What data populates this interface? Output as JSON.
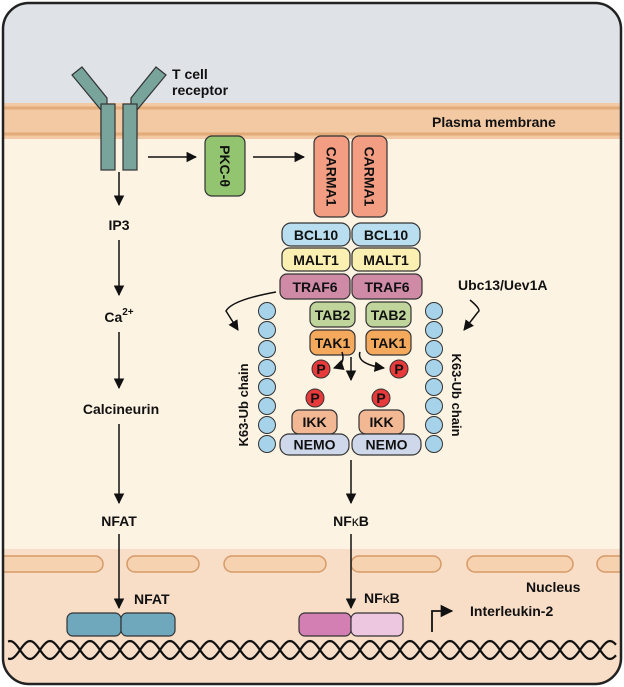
{
  "receptor_label_line1": "T cell",
  "receptor_label_line2": "receptor",
  "membrane_label": "Plasma membrane",
  "pkc_label": "PKC-θ",
  "carma1": [
    "CARMA1",
    "CARMA1"
  ],
  "bcl10": [
    "BCL10",
    "BCL10"
  ],
  "malt1": [
    "MALT1",
    "MALT1"
  ],
  "traf6": [
    "TRAF6",
    "TRAF6"
  ],
  "tab2": [
    "TAB2",
    "TAB2"
  ],
  "tak1": [
    "TAK1",
    "TAK1"
  ],
  "ikk": [
    "IKK",
    "IKK"
  ],
  "nemo": [
    "NEMO",
    "NEMO"
  ],
  "phospho_label": "P",
  "ubc_label": "Ubc13/Uev1A",
  "k63_label": "K63-Ub chain",
  "ip3_label": "IP3",
  "ca_label": "Ca",
  "ca_superscript": "2+",
  "calcineurin_label": "Calcineurin",
  "nfat_cyto_label": "NFAT",
  "nfkb_cyto_prefix": "NF",
  "nfkb_cyto_greek": "κ",
  "nfkb_cyto_suffix": "B",
  "nucleus_label": "Nucleus",
  "nfat_nuc_label": "NFAT",
  "nfkb_nuc_prefix": "NF",
  "nfkb_nuc_greek": "κ",
  "nfkb_nuc_suffix": "B",
  "gene_label": "Interleukin-2",
  "colors": {
    "extracellular": "#dfe3e8",
    "membrane": "#f3c9a4",
    "cytoplasm": "#fdf3e3",
    "nucleus": "#f8ddc7",
    "receptor": "#78a49b",
    "pkc": "#93c46f",
    "carma1": "#f39d83",
    "bcl10": "#b9def0",
    "malt1": "#fbefb2",
    "traf6": "#cf8aa6",
    "tab2": "#bfd59c",
    "tak1": "#f5a95c",
    "ikk": "#f2b894",
    "nemo": "#cfd8ea",
    "ubiquitin": "#a6d2ea",
    "phospho": "#e8393b",
    "nfat_box": "#6fa7bd",
    "nfkb_dark": "#d37fb3",
    "nfkb_light": "#edc7df"
  }
}
